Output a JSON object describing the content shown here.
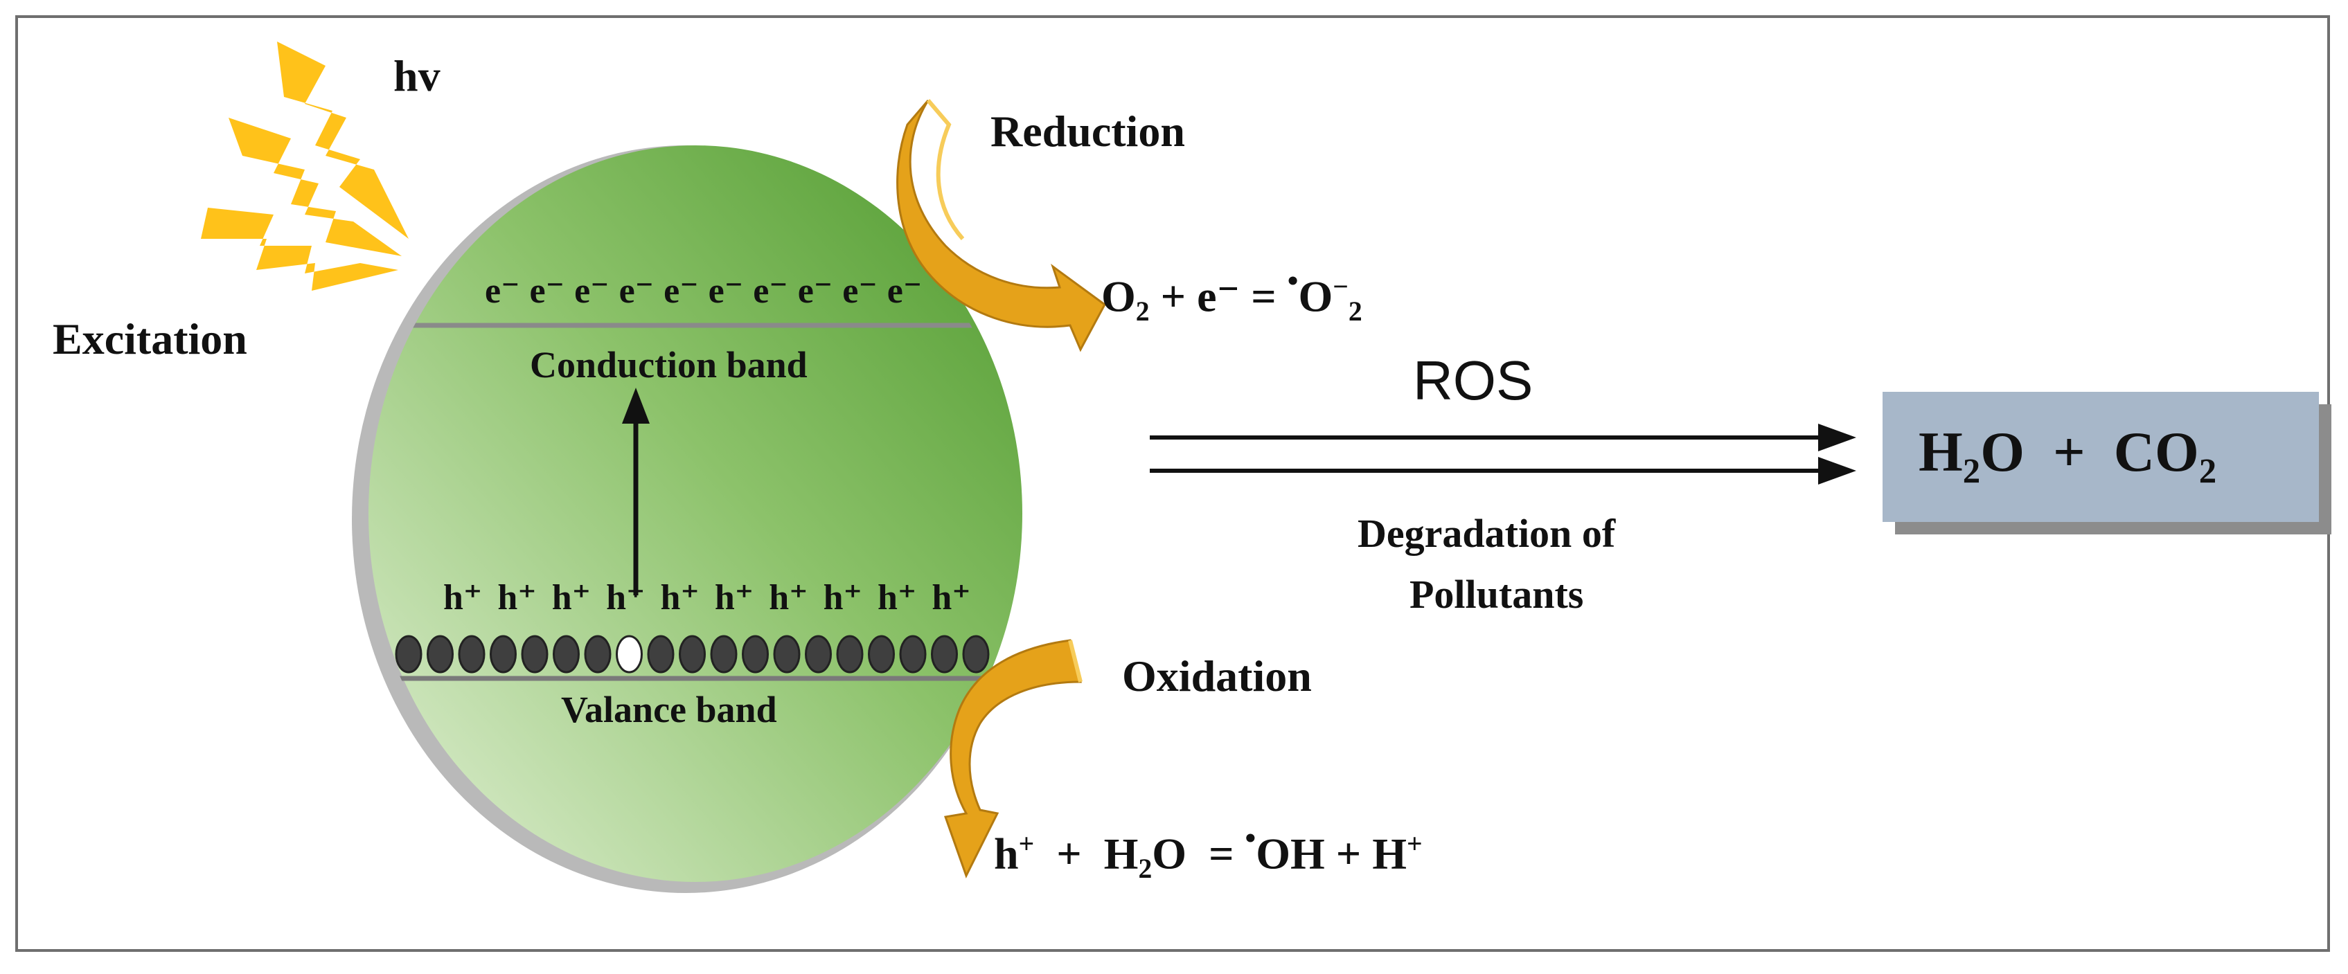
{
  "labels": {
    "hv": "hv",
    "excitation": "Excitation",
    "reduction": "Reduction",
    "oxidation": "Oxidation",
    "conduction_band": "Conduction band",
    "valance_band": "Valance band",
    "ros": "ROS",
    "degradation_line1": "Degradation of",
    "degradation_line2": "Pollutants"
  },
  "electrons": [
    "e⁻",
    "e⁻",
    "e⁻",
    "e⁻",
    "e⁻",
    "e⁻",
    "e⁻",
    "e⁻",
    "e⁻",
    "e⁻"
  ],
  "holes": [
    "h⁺",
    "h⁺",
    "h⁺",
    "h⁺",
    "h⁺",
    "h⁺",
    "h⁺",
    "h⁺",
    "h⁺",
    "h⁺"
  ],
  "reduction_equation": {
    "lhs_a": "O",
    "lhs_a_sub": "2",
    "plus": " + e",
    "charge": "⁻",
    "equals": " = ",
    "radical_dot": "•",
    "rhs": "O",
    "rhs_sup": "−",
    "rhs_sub": "2"
  },
  "oxidation_equation": {
    "h": "h",
    "h_sup": "+",
    "mid": "  +  H",
    "mid_sub": "2",
    "mid_tail": "O  = ",
    "radical_dot": "•",
    "rhs": "OH + H",
    "rhs_sup": "+"
  },
  "product": {
    "a": "H",
    "a_sub": "2",
    "b": "O  +  CO",
    "b_sub": "2"
  },
  "colors": {
    "sphere_dark": "#5aa23a",
    "sphere_light": "#dcedcf",
    "flash": "#ffc21a",
    "curved_arrow": "#e5a21a",
    "product_box": "#a7b7c9"
  },
  "icons": {
    "light": "lightning-bolt-icon",
    "reduction_arrow": "curved-arrow-icon",
    "oxidation_arrow": "curved-arrow-icon"
  }
}
